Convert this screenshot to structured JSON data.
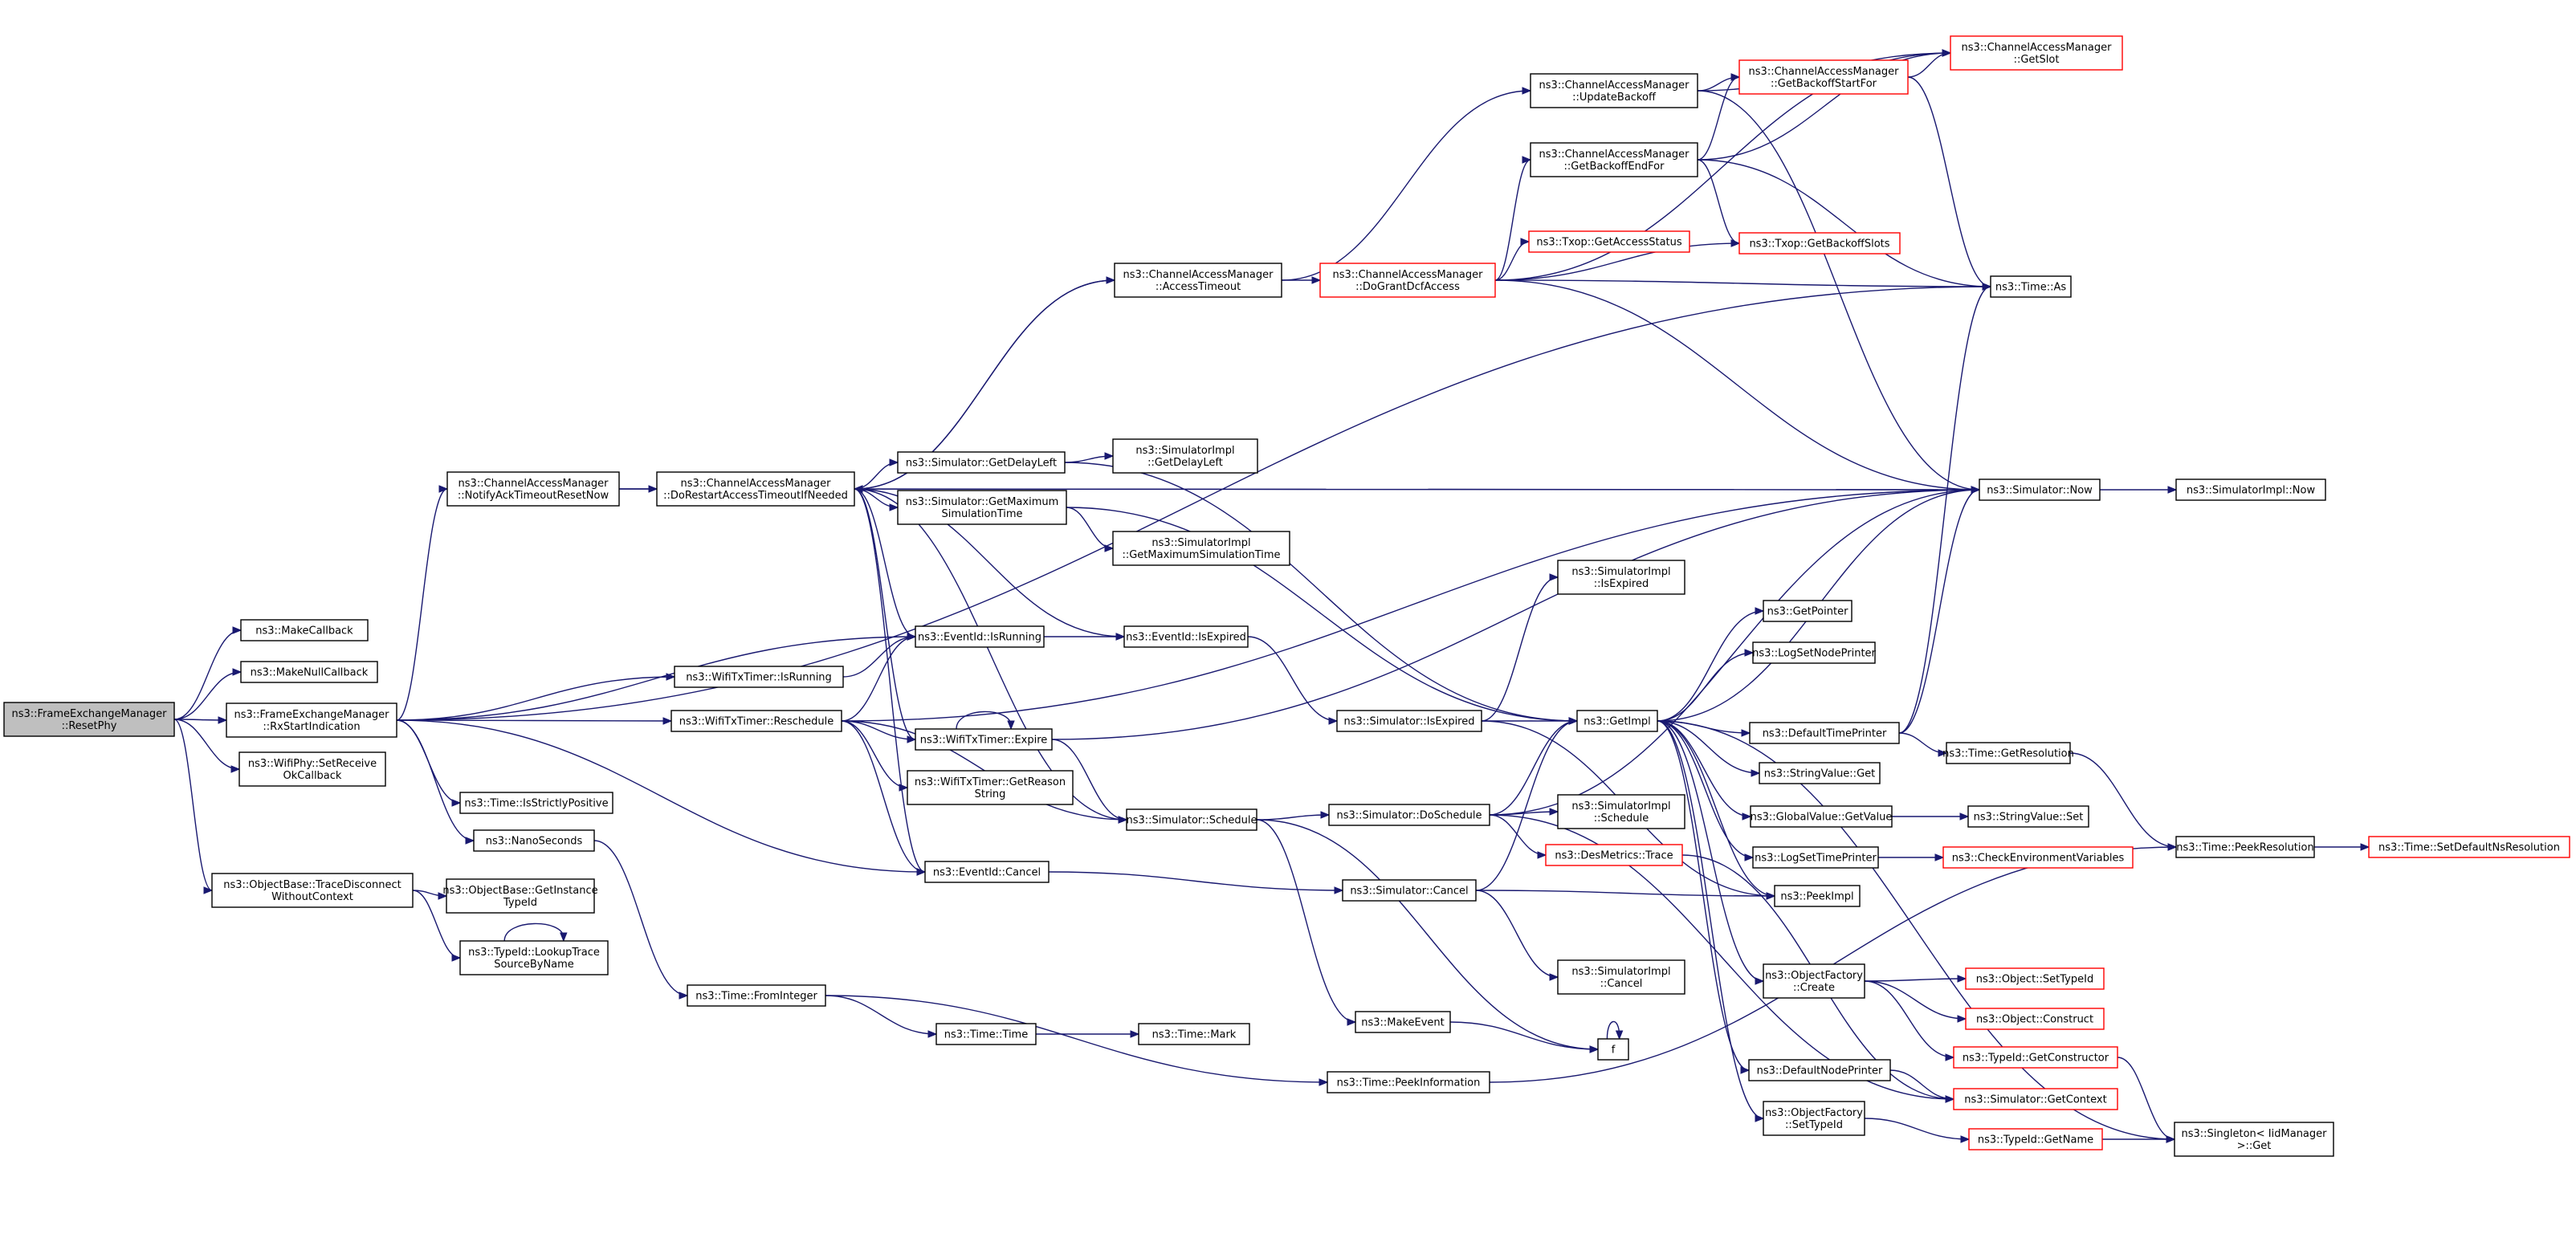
{
  "graph": {
    "type": "call-graph",
    "nodes": {
      "n0": {
        "label": [
          "ns3::FrameExchangeManager",
          "::ResetPhy"
        ],
        "style": "root"
      },
      "n1": {
        "label": [
          "ns3::MakeCallback"
        ],
        "style": "normal"
      },
      "n2": {
        "label": [
          "ns3::MakeNullCallback"
        ],
        "style": "normal"
      },
      "n3": {
        "label": [
          "ns3::FrameExchangeManager",
          "::RxStartIndication"
        ],
        "style": "normal"
      },
      "n4": {
        "label": [
          "ns3::WifiPhy::SetReceive",
          "OkCallback"
        ],
        "style": "normal"
      },
      "n5": {
        "label": [
          "ns3::ObjectBase::TraceDisconnect",
          "WithoutContext"
        ],
        "style": "normal"
      },
      "n6": {
        "label": [
          "ns3::ChannelAccessManager",
          "::NotifyAckTimeoutResetNow"
        ],
        "style": "normal"
      },
      "n7": {
        "label": [
          "ns3::ChannelAccessManager",
          "::DoRestartAccessTimeoutIfNeeded"
        ],
        "style": "normal"
      },
      "n8": {
        "label": [
          "ns3::WifiTxTimer::IsRunning"
        ],
        "style": "normal"
      },
      "n9": {
        "label": [
          "ns3::WifiTxTimer::Reschedule"
        ],
        "style": "normal"
      },
      "n10": {
        "label": [
          "ns3::Time::IsStrictlyPositive"
        ],
        "style": "normal"
      },
      "n11": {
        "label": [
          "ns3::NanoSeconds"
        ],
        "style": "normal"
      },
      "n12": {
        "label": [
          "ns3::ObjectBase::GetInstance",
          "TypeId"
        ],
        "style": "normal"
      },
      "n13": {
        "label": [
          "ns3::TypeId::LookupTrace",
          "SourceByName"
        ],
        "style": "normal"
      },
      "n14": {
        "label": [
          "ns3::Simulator::GetDelayLeft"
        ],
        "style": "normal"
      },
      "n15": {
        "label": [
          "ns3::Simulator::GetMaximum",
          "SimulationTime"
        ],
        "style": "normal"
      },
      "n16": {
        "label": [
          "ns3::EventId::IsRunning"
        ],
        "style": "normal"
      },
      "n17": {
        "label": [
          "ns3::WifiTxTimer::Expire"
        ],
        "style": "normal"
      },
      "n18": {
        "label": [
          "ns3::WifiTxTimer::GetReason",
          "String"
        ],
        "style": "normal"
      },
      "n19": {
        "label": [
          "ns3::EventId::Cancel"
        ],
        "style": "normal"
      },
      "n20": {
        "label": [
          "ns3::Time::FromInteger"
        ],
        "style": "normal"
      },
      "n21": {
        "label": [
          "ns3::ChannelAccessManager",
          "::AccessTimeout"
        ],
        "style": "normal"
      },
      "n22": {
        "label": [
          "ns3::SimulatorImpl",
          "::GetDelayLeft"
        ],
        "style": "normal"
      },
      "n23": {
        "label": [
          "ns3::SimulatorImpl",
          "::GetMaximumSimulationTime"
        ],
        "style": "normal"
      },
      "n24": {
        "label": [
          "ns3::EventId::IsExpired"
        ],
        "style": "normal"
      },
      "n25": {
        "label": [
          "ns3::Simulator::Schedule"
        ],
        "style": "normal"
      },
      "n26": {
        "label": [
          "ns3::Time::Time"
        ],
        "style": "normal"
      },
      "n27": {
        "label": [
          "ns3::Time::PeekInformation"
        ],
        "style": "normal"
      },
      "n28": {
        "label": [
          "ns3::Time::Mark"
        ],
        "style": "normal"
      },
      "n29": {
        "label": [
          "ns3::ChannelAccessManager",
          "::DoGrantDcfAccess"
        ],
        "style": "red"
      },
      "n30": {
        "label": [
          "ns3::Simulator::IsExpired"
        ],
        "style": "normal"
      },
      "n31": {
        "label": [
          "ns3::Simulator::DoSchedule"
        ],
        "style": "normal"
      },
      "n32": {
        "label": [
          "ns3::Simulator::Cancel"
        ],
        "style": "normal"
      },
      "n33": {
        "label": [
          "ns3::MakeEvent"
        ],
        "style": "normal"
      },
      "n34": {
        "label": [
          "ns3::ChannelAccessManager",
          "::UpdateBackoff"
        ],
        "style": "normal"
      },
      "n35": {
        "label": [
          "ns3::ChannelAccessManager",
          "::GetBackoffEndFor"
        ],
        "style": "normal"
      },
      "n36": {
        "label": [
          "ns3::Txop::GetAccessStatus"
        ],
        "style": "red"
      },
      "n37": {
        "label": [
          "ns3::SimulatorImpl",
          "::IsExpired"
        ],
        "style": "normal"
      },
      "n38": {
        "label": [
          "ns3::GetImpl"
        ],
        "style": "normal"
      },
      "n39": {
        "label": [
          "ns3::SimulatorImpl",
          "::Schedule"
        ],
        "style": "normal"
      },
      "n40": {
        "label": [
          "ns3::DesMetrics::Trace"
        ],
        "style": "red"
      },
      "n41": {
        "label": [
          "ns3::SimulatorImpl",
          "::Cancel"
        ],
        "style": "normal"
      },
      "n42": {
        "label": [
          "f"
        ],
        "style": "normal"
      },
      "n43": {
        "label": [
          "ns3::ChannelAccessManager",
          "::GetBackoffStartFor"
        ],
        "style": "red"
      },
      "n44": {
        "label": [
          "ns3::Txop::GetBackoffSlots"
        ],
        "style": "red"
      },
      "n45": {
        "label": [
          "ns3::GetPointer"
        ],
        "style": "normal"
      },
      "n46": {
        "label": [
          "ns3::LogSetNodePrinter"
        ],
        "style": "normal"
      },
      "n47": {
        "label": [
          "ns3::DefaultTimePrinter"
        ],
        "style": "normal"
      },
      "n48": {
        "label": [
          "ns3::StringValue::Get"
        ],
        "style": "normal"
      },
      "n49": {
        "label": [
          "ns3::GlobalValue::GetValue"
        ],
        "style": "normal"
      },
      "n50": {
        "label": [
          "ns3::LogSetTimePrinter"
        ],
        "style": "normal"
      },
      "n51": {
        "label": [
          "ns3::PeekImpl"
        ],
        "style": "normal"
      },
      "n52": {
        "label": [
          "ns3::ObjectFactory",
          "::Create"
        ],
        "style": "normal"
      },
      "n53": {
        "label": [
          "ns3::DefaultNodePrinter"
        ],
        "style": "normal"
      },
      "n54": {
        "label": [
          "ns3::ObjectFactory",
          "::SetTypeId"
        ],
        "style": "normal"
      },
      "n55": {
        "label": [
          "ns3::ChannelAccessManager",
          "::GetSlot"
        ],
        "style": "red"
      },
      "n56": {
        "label": [
          "ns3::Time::As"
        ],
        "style": "normal"
      },
      "n57": {
        "label": [
          "ns3::Simulator::Now"
        ],
        "style": "normal"
      },
      "n58": {
        "label": [
          "ns3::Time::GetResolution"
        ],
        "style": "normal"
      },
      "n59": {
        "label": [
          "ns3::StringValue::Set"
        ],
        "style": "normal"
      },
      "n60": {
        "label": [
          "ns3::CheckEnvironmentVariables"
        ],
        "style": "red"
      },
      "n61": {
        "label": [
          "ns3::Object::SetTypeId"
        ],
        "style": "red"
      },
      "n62": {
        "label": [
          "ns3::Object::Construct"
        ],
        "style": "red"
      },
      "n63": {
        "label": [
          "ns3::TypeId::GetConstructor"
        ],
        "style": "red"
      },
      "n64": {
        "label": [
          "ns3::Simulator::GetContext"
        ],
        "style": "red"
      },
      "n65": {
        "label": [
          "ns3::TypeId::GetName"
        ],
        "style": "red"
      },
      "n66": {
        "label": [
          "ns3::SimulatorImpl::Now"
        ],
        "style": "normal"
      },
      "n67": {
        "label": [
          "ns3::Time::PeekResolution"
        ],
        "style": "normal"
      },
      "n68": {
        "label": [
          "ns3::Singleton< IidManager",
          " >::Get"
        ],
        "style": "normal"
      },
      "n69": {
        "label": [
          "ns3::Time::SetDefaultNsResolution"
        ],
        "style": "red"
      }
    },
    "edges": [
      [
        "n0",
        "n1"
      ],
      [
        "n0",
        "n2"
      ],
      [
        "n0",
        "n3"
      ],
      [
        "n0",
        "n4"
      ],
      [
        "n0",
        "n5"
      ],
      [
        "n3",
        "n6"
      ],
      [
        "n3",
        "n8"
      ],
      [
        "n3",
        "n9"
      ],
      [
        "n3",
        "n10"
      ],
      [
        "n3",
        "n11"
      ],
      [
        "n3",
        "n16"
      ],
      [
        "n3",
        "n19"
      ],
      [
        "n3",
        "n56"
      ],
      [
        "n5",
        "n12"
      ],
      [
        "n5",
        "n13"
      ],
      [
        "n13",
        "n13"
      ],
      [
        "n6",
        "n7"
      ],
      [
        "n6",
        "n57"
      ],
      [
        "n7",
        "n14"
      ],
      [
        "n7",
        "n15"
      ],
      [
        "n7",
        "n16"
      ],
      [
        "n7",
        "n19"
      ],
      [
        "n7",
        "n21"
      ],
      [
        "n7",
        "n24"
      ],
      [
        "n7",
        "n25"
      ],
      [
        "n7",
        "n57"
      ],
      [
        "n8",
        "n16"
      ],
      [
        "n9",
        "n16"
      ],
      [
        "n9",
        "n17"
      ],
      [
        "n9",
        "n18"
      ],
      [
        "n9",
        "n19"
      ],
      [
        "n9",
        "n25"
      ],
      [
        "n9",
        "n57"
      ],
      [
        "n11",
        "n20"
      ],
      [
        "n14",
        "n22"
      ],
      [
        "n14",
        "n38"
      ],
      [
        "n15",
        "n23"
      ],
      [
        "n15",
        "n38"
      ],
      [
        "n16",
        "n24"
      ],
      [
        "n17",
        "n7"
      ],
      [
        "n17",
        "n17"
      ],
      [
        "n17",
        "n25"
      ],
      [
        "n17",
        "n57"
      ],
      [
        "n19",
        "n32"
      ],
      [
        "n20",
        "n26"
      ],
      [
        "n20",
        "n27"
      ],
      [
        "n21",
        "n7"
      ],
      [
        "n21",
        "n29"
      ],
      [
        "n21",
        "n34"
      ],
      [
        "n24",
        "n30"
      ],
      [
        "n25",
        "n31"
      ],
      [
        "n25",
        "n33"
      ],
      [
        "n25",
        "n42"
      ],
      [
        "n26",
        "n28"
      ],
      [
        "n27",
        "n67"
      ],
      [
        "n29",
        "n35"
      ],
      [
        "n29",
        "n36"
      ],
      [
        "n29",
        "n44"
      ],
      [
        "n29",
        "n55"
      ],
      [
        "n29",
        "n56"
      ],
      [
        "n29",
        "n57"
      ],
      [
        "n30",
        "n37"
      ],
      [
        "n30",
        "n38"
      ],
      [
        "n30",
        "n51"
      ],
      [
        "n31",
        "n38"
      ],
      [
        "n31",
        "n39"
      ],
      [
        "n31",
        "n40"
      ],
      [
        "n31",
        "n57"
      ],
      [
        "n31",
        "n64"
      ],
      [
        "n32",
        "n38"
      ],
      [
        "n32",
        "n41"
      ],
      [
        "n32",
        "n51"
      ],
      [
        "n33",
        "n42"
      ],
      [
        "n34",
        "n43"
      ],
      [
        "n34",
        "n55"
      ],
      [
        "n34",
        "n57"
      ],
      [
        "n35",
        "n43"
      ],
      [
        "n35",
        "n44"
      ],
      [
        "n35",
        "n55"
      ],
      [
        "n35",
        "n56"
      ],
      [
        "n38",
        "n45"
      ],
      [
        "n38",
        "n46"
      ],
      [
        "n38",
        "n47"
      ],
      [
        "n38",
        "n48"
      ],
      [
        "n38",
        "n49"
      ],
      [
        "n38",
        "n50"
      ],
      [
        "n38",
        "n51"
      ],
      [
        "n38",
        "n52"
      ],
      [
        "n38",
        "n53"
      ],
      [
        "n38",
        "n54"
      ],
      [
        "n38",
        "n57"
      ],
      [
        "n38",
        "n68"
      ],
      [
        "n40",
        "n64"
      ],
      [
        "n42",
        "n42"
      ],
      [
        "n43",
        "n55"
      ],
      [
        "n43",
        "n56"
      ],
      [
        "n47",
        "n56"
      ],
      [
        "n47",
        "n57"
      ],
      [
        "n47",
        "n58"
      ],
      [
        "n49",
        "n59"
      ],
      [
        "n50",
        "n60"
      ],
      [
        "n52",
        "n61"
      ],
      [
        "n52",
        "n62"
      ],
      [
        "n52",
        "n63"
      ],
      [
        "n53",
        "n64"
      ],
      [
        "n54",
        "n65"
      ],
      [
        "n57",
        "n66"
      ],
      [
        "n58",
        "n67"
      ],
      [
        "n63",
        "n68"
      ],
      [
        "n65",
        "n68"
      ],
      [
        "n67",
        "n69"
      ]
    ]
  }
}
